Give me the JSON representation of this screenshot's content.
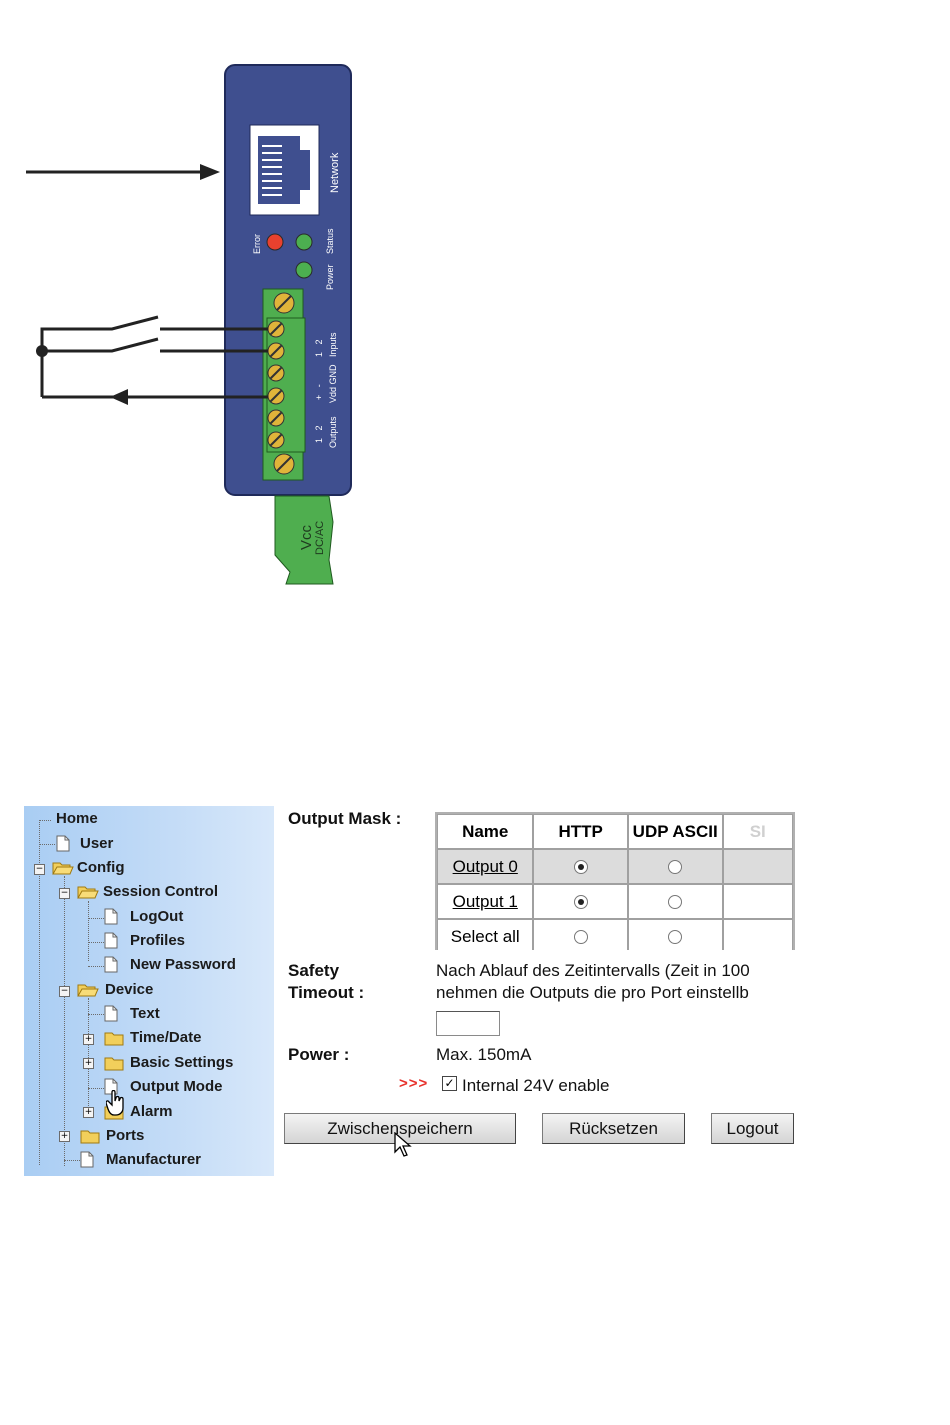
{
  "device": {
    "port_label": "Network",
    "led_labels": {
      "error": "Error",
      "status": "Status",
      "power": "Power"
    },
    "terminal_labels": {
      "inputs_numbers": "1   2",
      "inputs": "Inputs",
      "supply_signs": "+   -",
      "supply": "Vdd GND",
      "outputs_numbers": "1   2",
      "outputs": "Outputs"
    },
    "connector_labels": {
      "vcc": "Vcc",
      "dcac": "DC/AC"
    },
    "colors": {
      "housing": "#3f4f8f",
      "terminal": "#4fae4f",
      "error_led": "#e8412e",
      "status_led": "#4caf50"
    }
  },
  "tree": {
    "items": [
      {
        "label": "Home",
        "type": "root"
      },
      {
        "label": "User",
        "type": "page"
      },
      {
        "label": "Config",
        "type": "folder-open"
      },
      {
        "label": "Session Control",
        "type": "folder-open"
      },
      {
        "label": "LogOut",
        "type": "page"
      },
      {
        "label": "Profiles",
        "type": "page"
      },
      {
        "label": "New Password",
        "type": "page"
      },
      {
        "label": "Device",
        "type": "folder-open"
      },
      {
        "label": "Text",
        "type": "page"
      },
      {
        "label": "Time/Date",
        "type": "folder"
      },
      {
        "label": "Basic Settings",
        "type": "folder"
      },
      {
        "label": "Output Mode",
        "type": "page"
      },
      {
        "label": "Alarm",
        "type": "folder"
      },
      {
        "label": "Ports",
        "type": "folder"
      },
      {
        "label": "Manufacturer",
        "type": "page"
      }
    ]
  },
  "form": {
    "output_mask_label": "Output Mask :",
    "table": {
      "headers": [
        "Name",
        "HTTP",
        "UDP ASCII",
        "SI"
      ],
      "rows": [
        {
          "name": "Output 0",
          "http": true,
          "udp": false
        },
        {
          "name": "Output 1",
          "http": true,
          "udp": false
        },
        {
          "name": "Select all",
          "http": false,
          "udp": false
        }
      ]
    },
    "safety_label_1": "Safety",
    "safety_label_2": "Timeout :",
    "safety_text_1": "Nach Ablauf des Zeitintervalls (Zeit in 100",
    "safety_text_2": "nehmen die Outputs die pro Port einstellb",
    "timeout_value": "",
    "power_label": "Power :",
    "power_value": "Max. 150mA",
    "arrows": ">>>",
    "internal_enable_checked": true,
    "internal_enable_label": "Internal 24V enable",
    "buttons": {
      "save": "Zwischenspeichern",
      "reset": "Rücksetzen",
      "logout": "Logout"
    }
  }
}
